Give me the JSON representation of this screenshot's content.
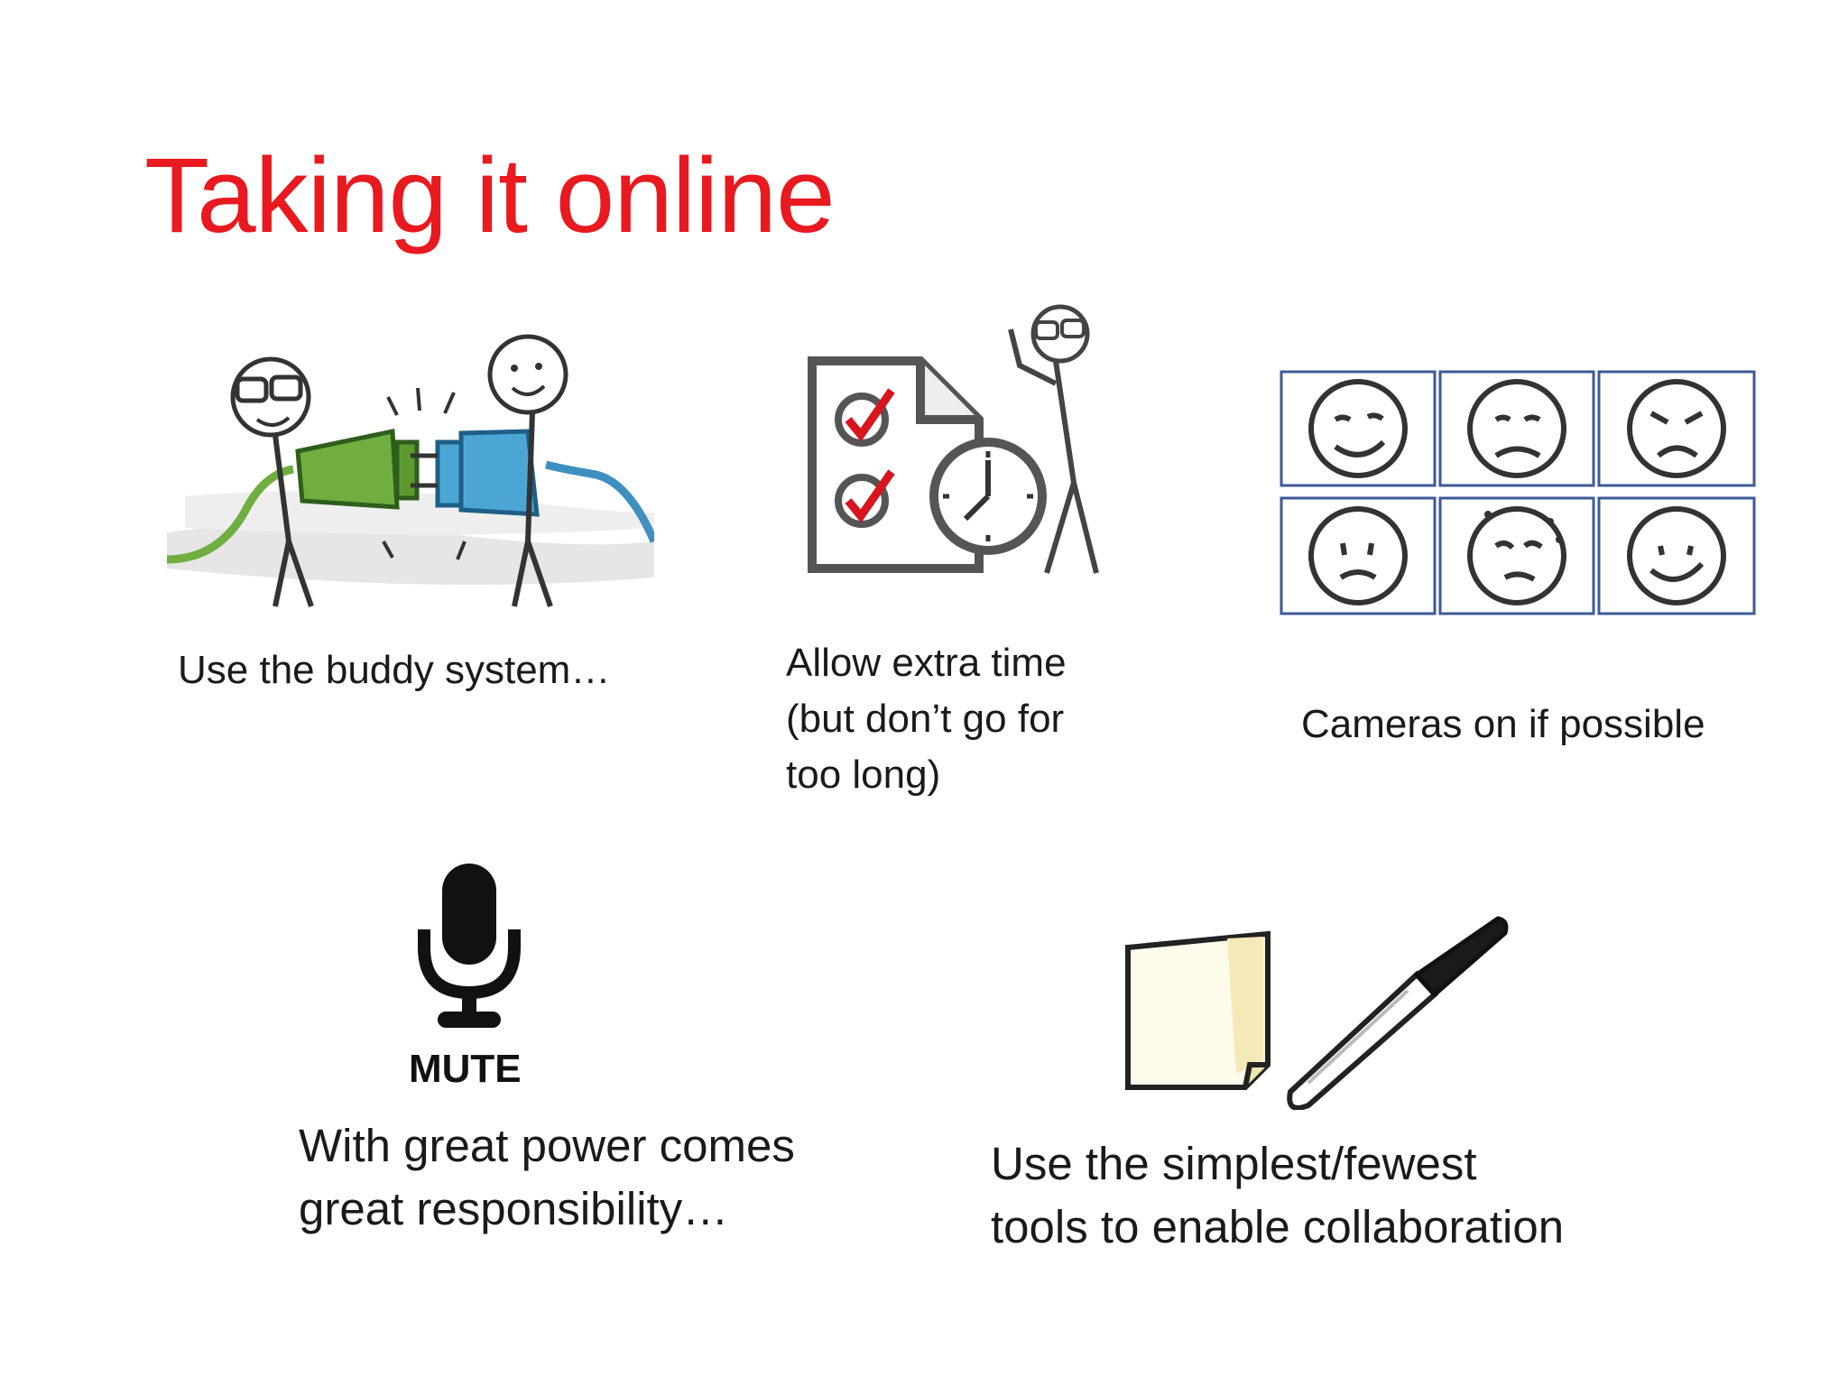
{
  "slide": {
    "title": "Taking it online",
    "title_color": "#e8191f"
  },
  "items": {
    "buddy": {
      "caption": "Use the buddy system…",
      "icon": "plug-handshake-illustration"
    },
    "time": {
      "caption_lines": [
        "Allow extra time",
        "(but don’t go for",
        "too long)"
      ],
      "icon": "checklist-clock-illustration"
    },
    "cameras": {
      "caption": "Cameras on if possible",
      "icon": "faces-grid-illustration",
      "frame_color": "#3c5a96"
    },
    "mute": {
      "label": "MUTE",
      "caption_lines": [
        "With great power comes",
        "great responsibility…"
      ],
      "icon": "microphone-icon"
    },
    "tools": {
      "caption_lines": [
        "Use the simplest/fewest",
        "tools to enable collaboration"
      ],
      "icon": "paper-and-pen-illustration"
    }
  },
  "colors": {
    "plug_green": "#6fae3f",
    "plug_blue": "#4ba6d6",
    "check_red": "#d8141c",
    "sketch_gray": "#555555"
  }
}
